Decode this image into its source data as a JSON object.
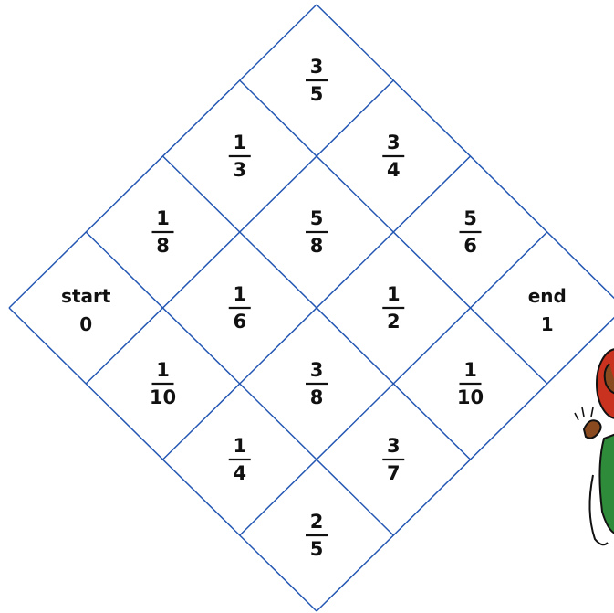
{
  "puzzle": {
    "line_color": "#2457b3",
    "cells": [
      {
        "id": "start",
        "row": 0,
        "col": 0,
        "kind": "label",
        "word": "start",
        "value": "0"
      },
      {
        "id": "r1c0",
        "row": 1,
        "col": 0,
        "kind": "fraction",
        "num": "1",
        "den": "10"
      },
      {
        "id": "r2c0",
        "row": 2,
        "col": 0,
        "kind": "fraction",
        "num": "1",
        "den": "4"
      },
      {
        "id": "r3c0",
        "row": 3,
        "col": 0,
        "kind": "fraction",
        "num": "2",
        "den": "5"
      },
      {
        "id": "r0c1",
        "row": 0,
        "col": 1,
        "kind": "fraction",
        "num": "1",
        "den": "8"
      },
      {
        "id": "r1c1",
        "row": 1,
        "col": 1,
        "kind": "fraction",
        "num": "1",
        "den": "6"
      },
      {
        "id": "r2c1",
        "row": 2,
        "col": 1,
        "kind": "fraction",
        "num": "3",
        "den": "8"
      },
      {
        "id": "r3c1",
        "row": 3,
        "col": 1,
        "kind": "fraction",
        "num": "3",
        "den": "7"
      },
      {
        "id": "r0c2",
        "row": 0,
        "col": 2,
        "kind": "fraction",
        "num": "1",
        "den": "3"
      },
      {
        "id": "r1c2",
        "row": 1,
        "col": 2,
        "kind": "fraction",
        "num": "5",
        "den": "8"
      },
      {
        "id": "r2c2",
        "row": 2,
        "col": 2,
        "kind": "fraction",
        "num": "1",
        "den": "2"
      },
      {
        "id": "r3c2",
        "row": 3,
        "col": 2,
        "kind": "fraction",
        "num": "1",
        "den": "10"
      },
      {
        "id": "r0c3",
        "row": 0,
        "col": 3,
        "kind": "fraction",
        "num": "3",
        "den": "5"
      },
      {
        "id": "r1c3",
        "row": 1,
        "col": 3,
        "kind": "fraction",
        "num": "3",
        "den": "4"
      },
      {
        "id": "r2c3",
        "row": 2,
        "col": 3,
        "kind": "fraction",
        "num": "5",
        "den": "6"
      },
      {
        "id": "end",
        "row": 3,
        "col": 3,
        "kind": "label",
        "word": "end",
        "value": "1"
      }
    ]
  },
  "mascot": {
    "skin_color": "#8a4a1f",
    "hair_color": "#c8321e",
    "shirt_color": "#2e8b3a"
  }
}
